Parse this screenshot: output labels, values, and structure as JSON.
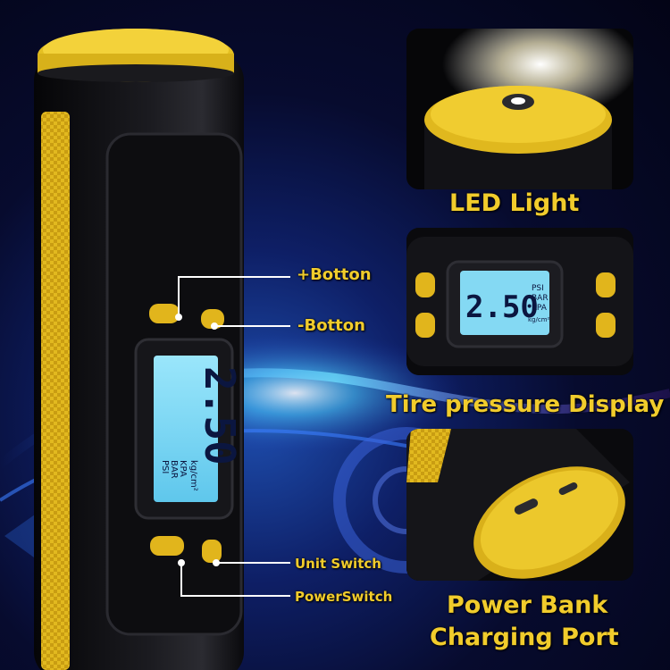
{
  "labels": {
    "plus_button": "+Botton",
    "minus_button": "-Botton",
    "unit_switch": "Unit Switch",
    "power_switch": "PowerSwitch",
    "led_light": "LED Light",
    "tire_display": "Tire pressure Display",
    "power_bank_line1": "Power Bank",
    "power_bank_line2": "Charging Port"
  },
  "display": {
    "reading": "2.50",
    "units": [
      "PSI",
      "BAR",
      "KPA",
      "kg/cm²"
    ]
  },
  "colors": {
    "accent_yellow": "#f1cc2c",
    "body_black": "#111114",
    "lcd_blue": "#7fd8f2",
    "background_blue": "#0e1f66"
  }
}
